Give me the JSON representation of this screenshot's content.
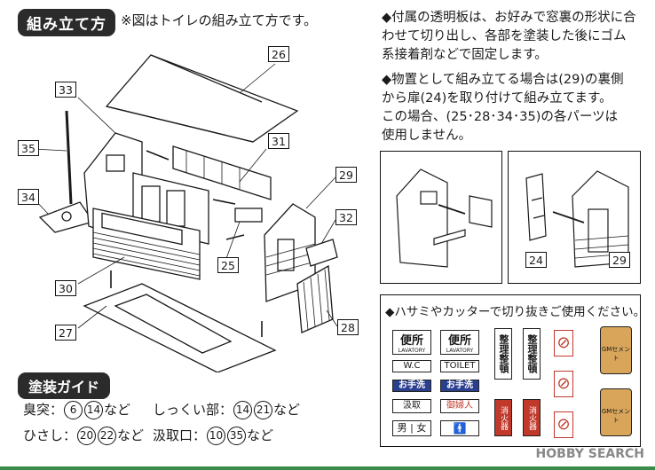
{
  "header": {
    "title": "組み立て方",
    "note": "※図はトイレの組み立て方です。"
  },
  "notes": [
    {
      "lines": [
        "◆付属の透明板は、お好みで窓裏の形状に合",
        "わせて切り出し、各部を塗装した後にゴム",
        "系接着剤などで固定します。"
      ]
    },
    {
      "lines": [
        "◆物置として組み立てる場合は(29)の裏側",
        "から扉(24)を取り付けて組み立てます。",
        "この場合、(25･28･34･35)の各パーツは",
        "使用しません。"
      ]
    }
  ],
  "part_numbers": {
    "p26": "26",
    "p33": "33",
    "p35": "35",
    "p31": "31",
    "p34": "34",
    "p29": "29",
    "p32": "32",
    "p25": "25",
    "p30": "30",
    "p27": "27",
    "p28": "28",
    "p24": "24",
    "p29b": "29"
  },
  "cutout_box": {
    "title": "◆ハサミやカッターで切り抜きご使用ください。",
    "stickers": {
      "benjo1": "便所",
      "lavatory1": "LAVATORY",
      "benjo2": "便所",
      "lavatory2": "LAVATORY",
      "seiri1": "整理整頓",
      "seiri2": "整理整頓",
      "wc": "W.C",
      "toilet": "TOILET",
      "otearai1": "お手洗",
      "otearai2": "お手洗",
      "kumitori": "汲取",
      "fujin": "御婦人",
      "man_woman": "男 | 女",
      "shokaki1": "消火器",
      "shokaki2": "消火器",
      "kinshi": "立入禁止",
      "cement1": "GMセメント",
      "cement2": "GMセメント"
    }
  },
  "guide": {
    "title": "塗装ガイド",
    "rows": [
      {
        "label": "臭突：",
        "nums": [
          "6",
          "14"
        ],
        "suffix": "など"
      },
      {
        "label": "しっくい部：",
        "nums": [
          "14",
          "21"
        ],
        "suffix": "など"
      },
      {
        "label": "ひさし：",
        "nums": [
          "20",
          "22"
        ],
        "suffix": "など"
      },
      {
        "label": "汲取口：",
        "nums": [
          "10",
          "35"
        ],
        "suffix": "など"
      }
    ]
  },
  "watermark": "HOBBY SEARCH",
  "colors": {
    "line": "#1a1a1a",
    "red": "#c0392b",
    "blue": "#2a3f8f",
    "footer": "#3a8a4a"
  }
}
